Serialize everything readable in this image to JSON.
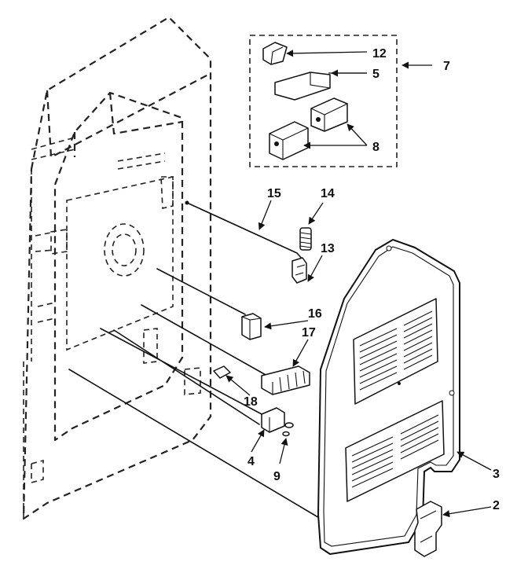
{
  "diagram": {
    "type": "exploded parts diagram",
    "style": "black line art on white"
  },
  "callouts": {
    "12": "12",
    "5": "5",
    "7": "7",
    "8": "8",
    "15": "15",
    "14": "14",
    "13": "13",
    "16": "16",
    "17": "17",
    "18": "18",
    "4": "4",
    "9": "9",
    "3": "3",
    "2": "2"
  }
}
